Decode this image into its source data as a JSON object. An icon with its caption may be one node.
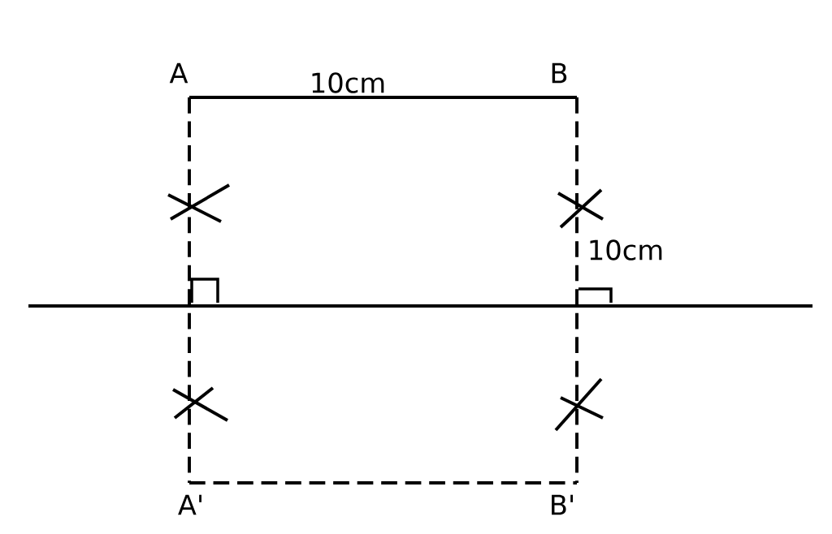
{
  "diagram": {
    "labels": [
      "A",
      "B",
      "10cm",
      "10cm",
      "A'",
      "B'"
    ]
  }
}
